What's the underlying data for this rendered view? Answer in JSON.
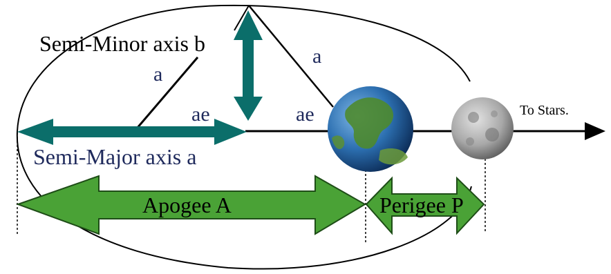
{
  "labels": {
    "semi_minor": "Semi-Minor axis b",
    "a_left": "a",
    "a_right": "a",
    "ae_left": "ae",
    "ae_right": "ae",
    "semi_major": "Semi-Major axis a",
    "to_stars": "To Stars.",
    "apogee": "Apogee A",
    "perigee": "Perigee P"
  },
  "colors": {
    "teal_arrow": "#0b6e6a",
    "green_arrow": "#4aa236",
    "green_arrow_stroke": "#1e4d17",
    "navy_text": "#1f2a5c",
    "ink": "#000000",
    "earth_ocean": "#2c6fb0",
    "earth_land": "#4e8a2e",
    "moon": "#a8a8a8"
  },
  "icons": {
    "earth": "earth-globe-icon",
    "moon": "moon-icon"
  }
}
